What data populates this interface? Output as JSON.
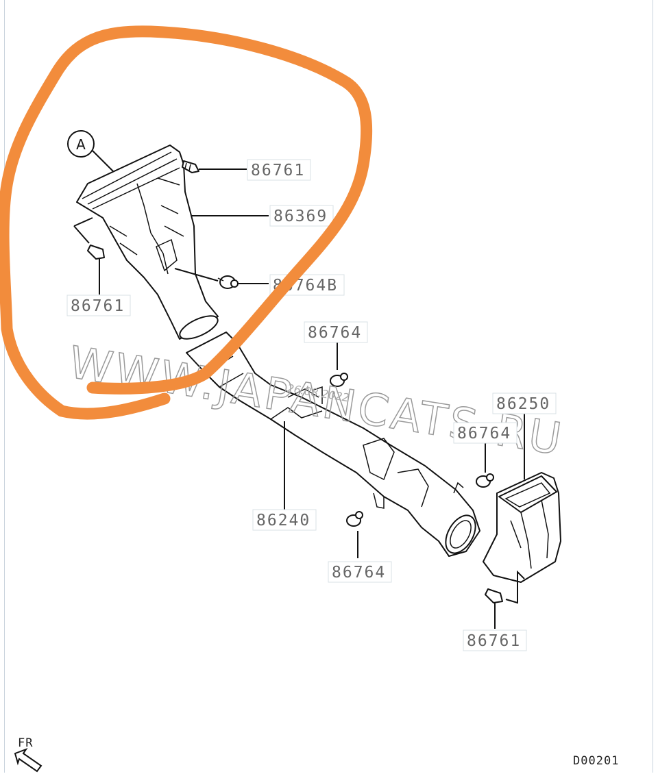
{
  "callout": "A",
  "parts": {
    "p86761_top": "86761",
    "p86369": "86369",
    "p86761_left": "86761",
    "p86764b": "86764B",
    "p86764_mid": "86764",
    "p86250": "86250",
    "p86764_right": "86764",
    "p86240": "86240",
    "p86764_low": "86764",
    "p86761_low": "86761"
  },
  "watermark": {
    "site": "WWW.JAPANCATS.RU",
    "date": "26.08.2022"
  },
  "direction_label": "FR",
  "diagram_code": "D00201",
  "annotation": {
    "color": "#f28c3c"
  }
}
